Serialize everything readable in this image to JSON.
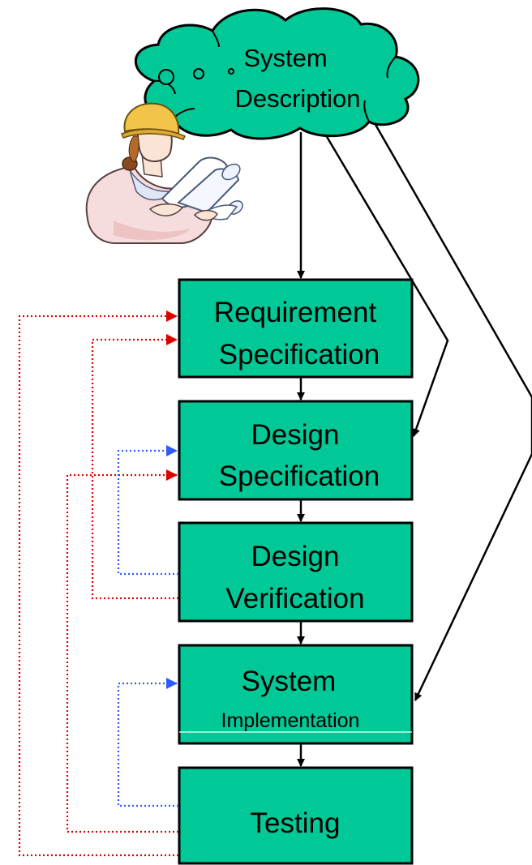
{
  "colors": {
    "box_fill": "#00C896",
    "outline": "#000000",
    "feedback_red": "#E00000",
    "feedback_blue": "#2E5BFF"
  },
  "cloud": {
    "line1": "System",
    "line2": "Description"
  },
  "boxes": {
    "requirement": {
      "line1": "Requirement",
      "line2": "Specification"
    },
    "design_spec": {
      "line1": "Design",
      "line2": "Specification"
    },
    "design_verif": {
      "line1": "Design",
      "line2": "Verification"
    },
    "implementation": {
      "line1": "System",
      "line2": "Implementation"
    },
    "testing": {
      "line1": "Testing"
    }
  },
  "illustration": {
    "icon": "engineer-with-blueprints-icon"
  }
}
